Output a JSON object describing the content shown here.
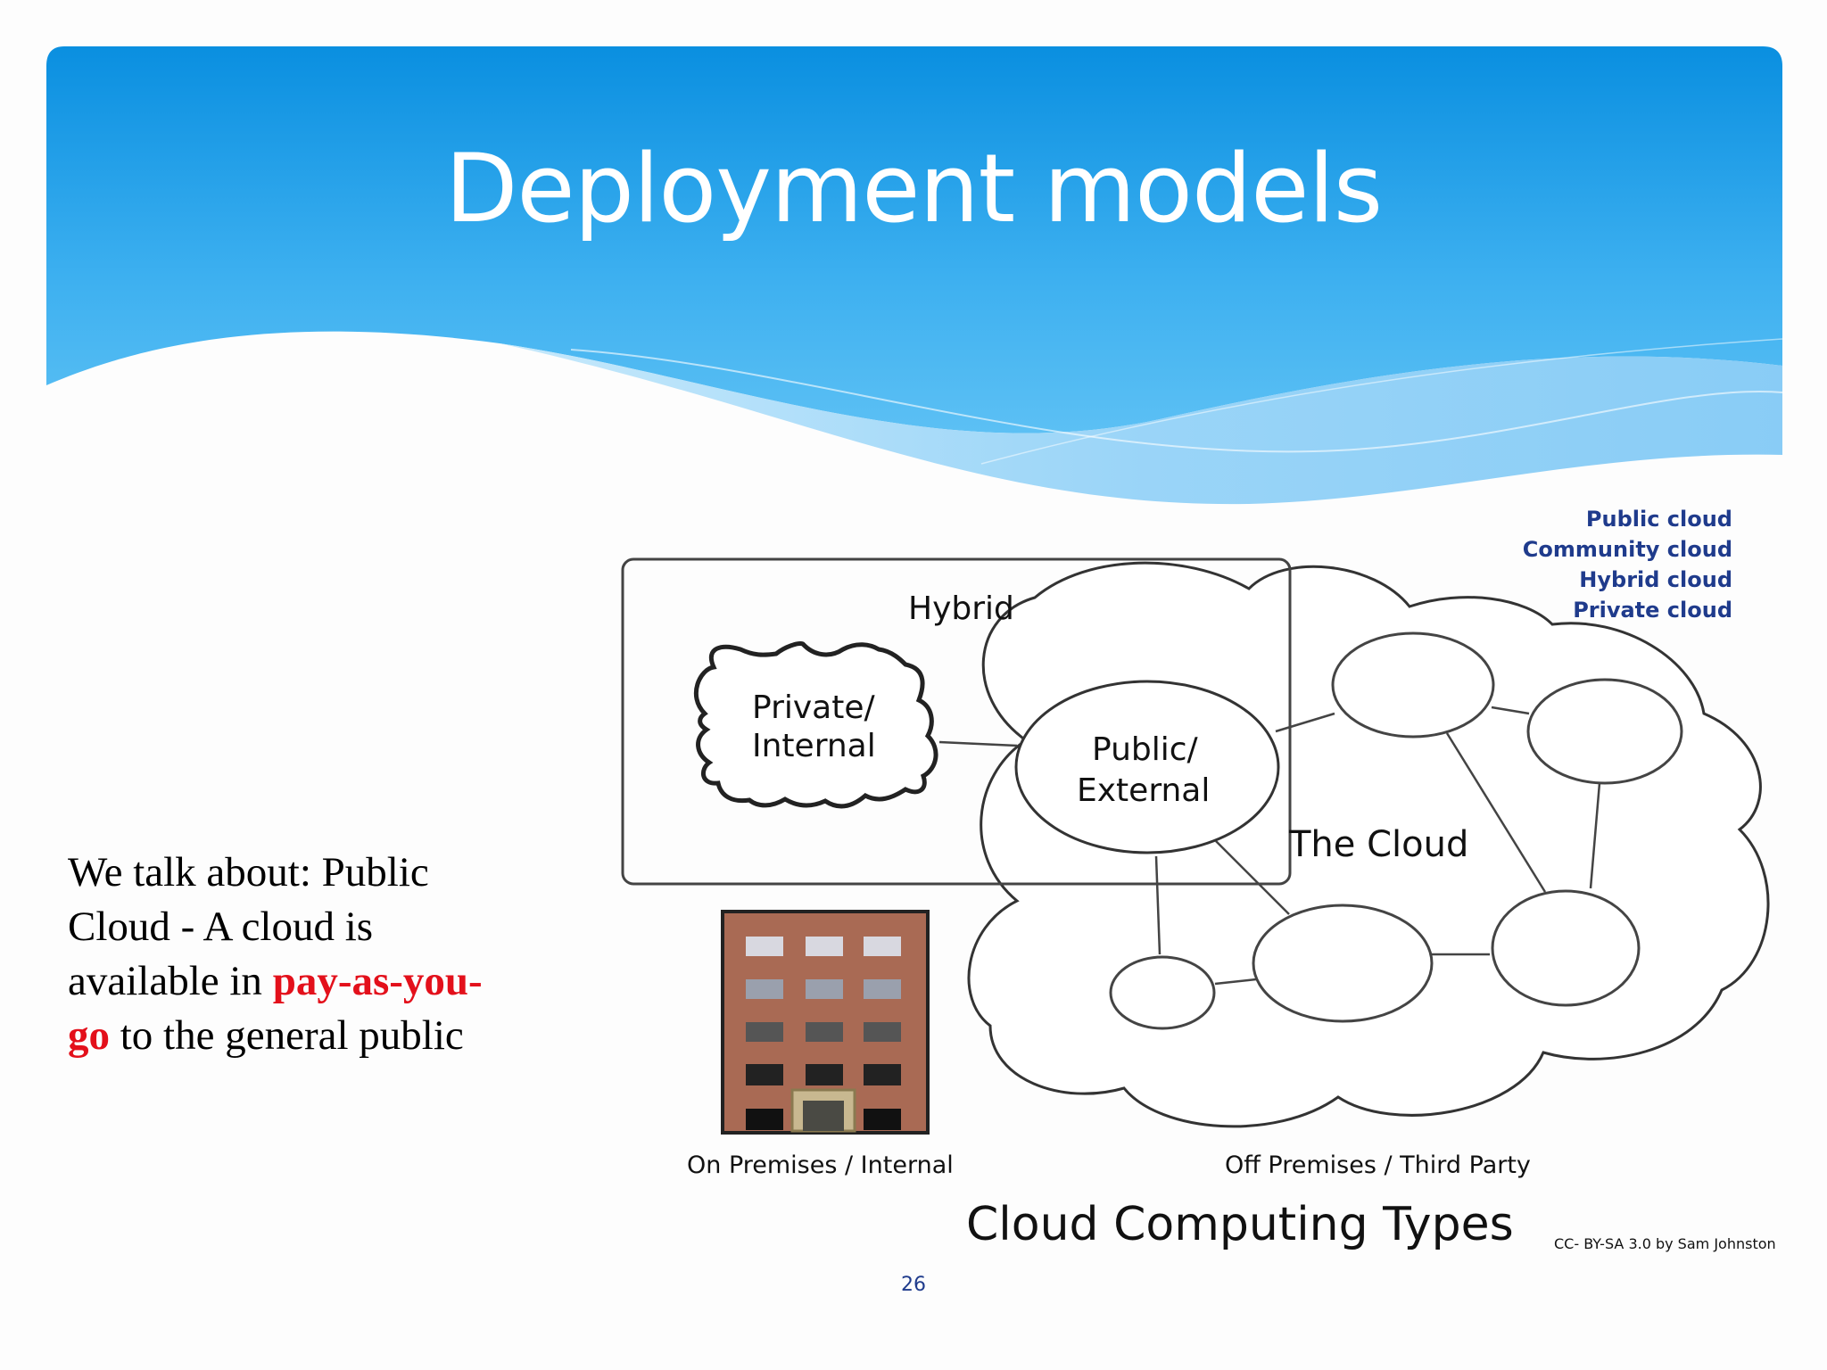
{
  "slide": {
    "title": "Deployment models",
    "page_number": "26"
  },
  "legend": {
    "items": [
      "Public cloud",
      "Community cloud",
      "Hybrid cloud",
      "Private cloud"
    ]
  },
  "body_text": {
    "part1": "We talk about: Public Cloud - A cloud is available in ",
    "highlight": "pay-as-you-go",
    "part2": " to the general public"
  },
  "diagram": {
    "hybrid_label": "Hybrid",
    "private_label_line1": "Private/",
    "private_label_line2": "Internal",
    "public_label_line1": "Public/",
    "public_label_line2": "External",
    "cloud_label": "The Cloud",
    "on_premises_label": "On Premises / Internal",
    "off_premises_label": "Off Premises / Third Party",
    "caption": "Cloud Computing Types",
    "credit": "CC- BY-SA 3.0 by Sam Johnston"
  },
  "colors": {
    "header_blue": "#0b8fe0",
    "wave_light": "#8fd0f7",
    "legend_text": "#1f3b8c",
    "highlight_red": "#e3101b",
    "building_brick": "#a96a54"
  }
}
